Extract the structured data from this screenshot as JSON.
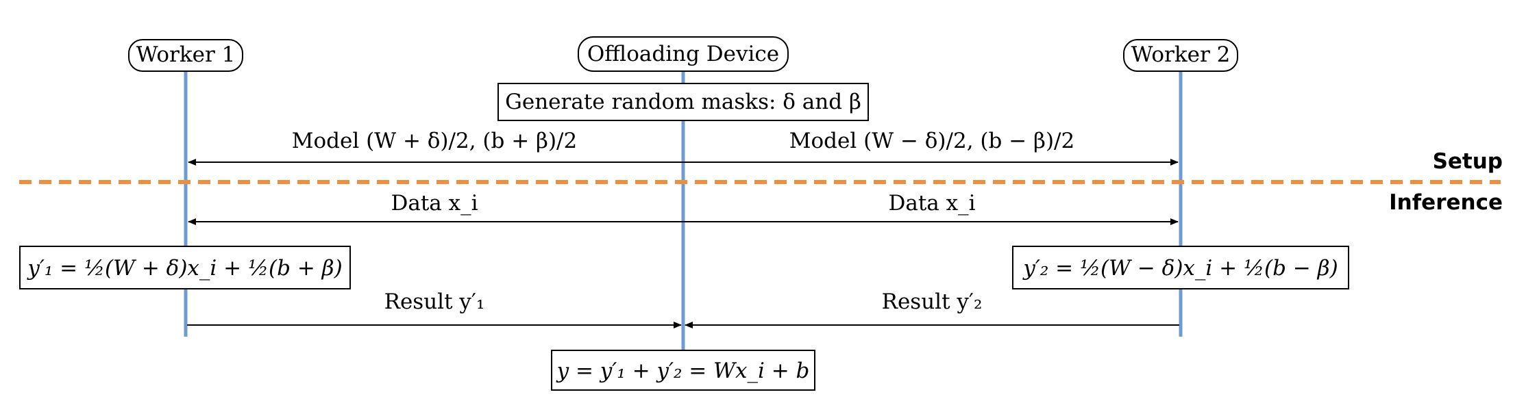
{
  "participants": {
    "worker1": "Worker 1",
    "device": "Offloading Device",
    "worker2": "Worker 2"
  },
  "phases": {
    "setup": "Setup",
    "inference": "Inference"
  },
  "setup": {
    "mask_box": "Generate random masks: δ and β",
    "model_to_worker1": "Model (W + δ)/2, (b + β)/2",
    "model_to_worker2": "Model (W − δ)/2, (b − β)/2"
  },
  "inference": {
    "data_to_worker1": "Data x_i",
    "data_to_worker2": "Data x_i",
    "worker1_compute": "y′₁ = ½(W + δ)x_i + ½(b + β)",
    "worker2_compute": "y′₂ = ½(W − δ)x_i + ½(b − β)",
    "result_from_worker1": "Result y′₁",
    "result_from_worker2": "Result y′₂",
    "aggregate": "y = y′₁ + y′₂ = Wx_i + b"
  },
  "colors": {
    "lifeline": "#6f9bd1",
    "phase_divider": "#ed8f3f",
    "arrow": "#000000"
  }
}
